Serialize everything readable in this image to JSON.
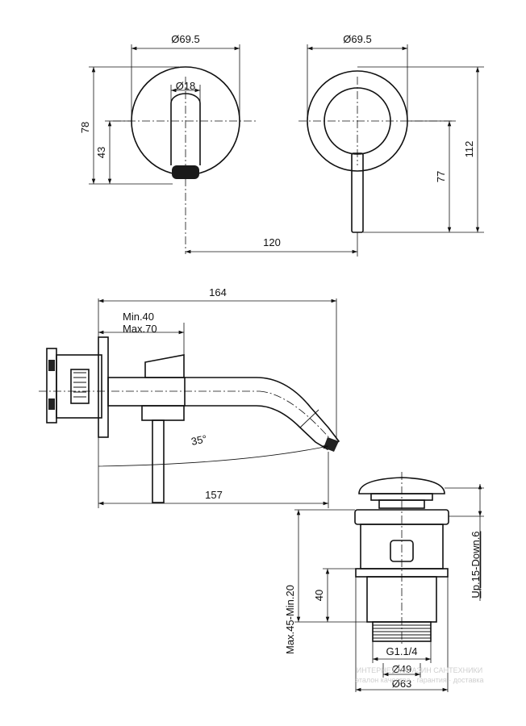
{
  "front_view": {
    "diameter_label": "Ø69.5",
    "spout_diameter_label": "Ø18",
    "height_label": "78",
    "spout_axis_label": "43"
  },
  "rear_view": {
    "diameter_label": "Ø69.5",
    "height_label": "112",
    "lever_label": "77"
  },
  "spacing_label": "120",
  "side_view": {
    "overall_length_label": "164",
    "wall_min_label": "Min.40",
    "wall_max_label": "Max.70",
    "angle_label": "35°",
    "spout_reach_label": "157"
  },
  "drain": {
    "range_label": "Max.45-Min.20",
    "body_label": "40",
    "travel_label": "Up.15-Down.6",
    "thread_label": "G1.1/4",
    "inner_diameter_label": "Ø49",
    "outer_diameter_label": "Ø63"
  },
  "watermark": {
    "line1": "ИНТЕРНЕТ МАГАЗИН САНТЕХНИКИ",
    "line2": "эталон качества · гарантия · доставка"
  }
}
